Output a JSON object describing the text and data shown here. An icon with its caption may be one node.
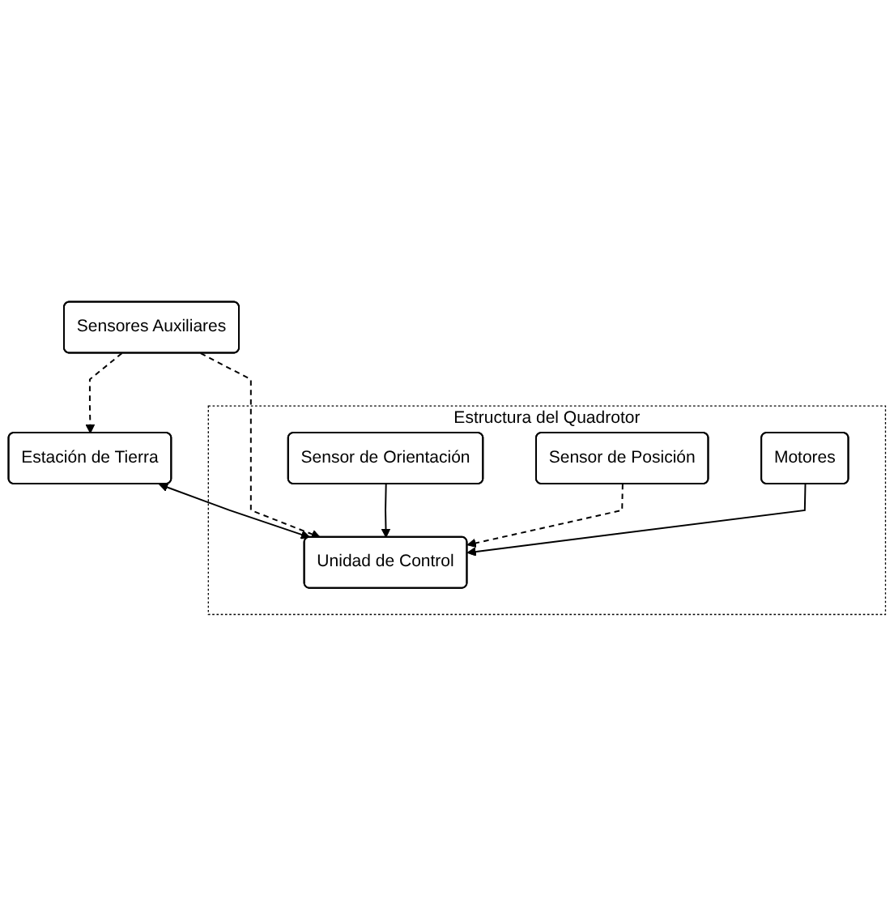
{
  "diagram": {
    "nodes": [
      {
        "text": [
          "Estación de Tierra"
        ]
      },
      {
        "text": [
          "Sensores Auxiliares"
        ]
      },
      {
        "text": [
          "Estructura del Quadrotor"
        ]
      },
      {
        "text": [
          "Unidad de Control"
        ],
        "in": 2
      },
      {
        "text": [
          "Sensor de Orientación"
        ],
        "in": 2
      },
      {
        "text": [
          "Sensor de Posición"
        ],
        "in": 2
      },
      {
        "text": [
          "Motores"
        ],
        "in": 2
      }
    ],
    "edges": [
      {
        "from": 1,
        "to": 0,
        "arrow": "to",
        "style": "dashed"
      },
      {
        "from": 0,
        "to": 3,
        "arrow": "both"
      },
      {
        "from": 1,
        "to": 3,
        "arrow": "to",
        "style": "dashed"
      },
      {
        "from": 4,
        "to": 3,
        "arrow": "to"
      },
      {
        "from": 5,
        "to": 3,
        "arrow": "to",
        "style": "dashed"
      },
      {
        "from": 6,
        "to": 3,
        "arrow": "to"
      }
    ]
  }
}
